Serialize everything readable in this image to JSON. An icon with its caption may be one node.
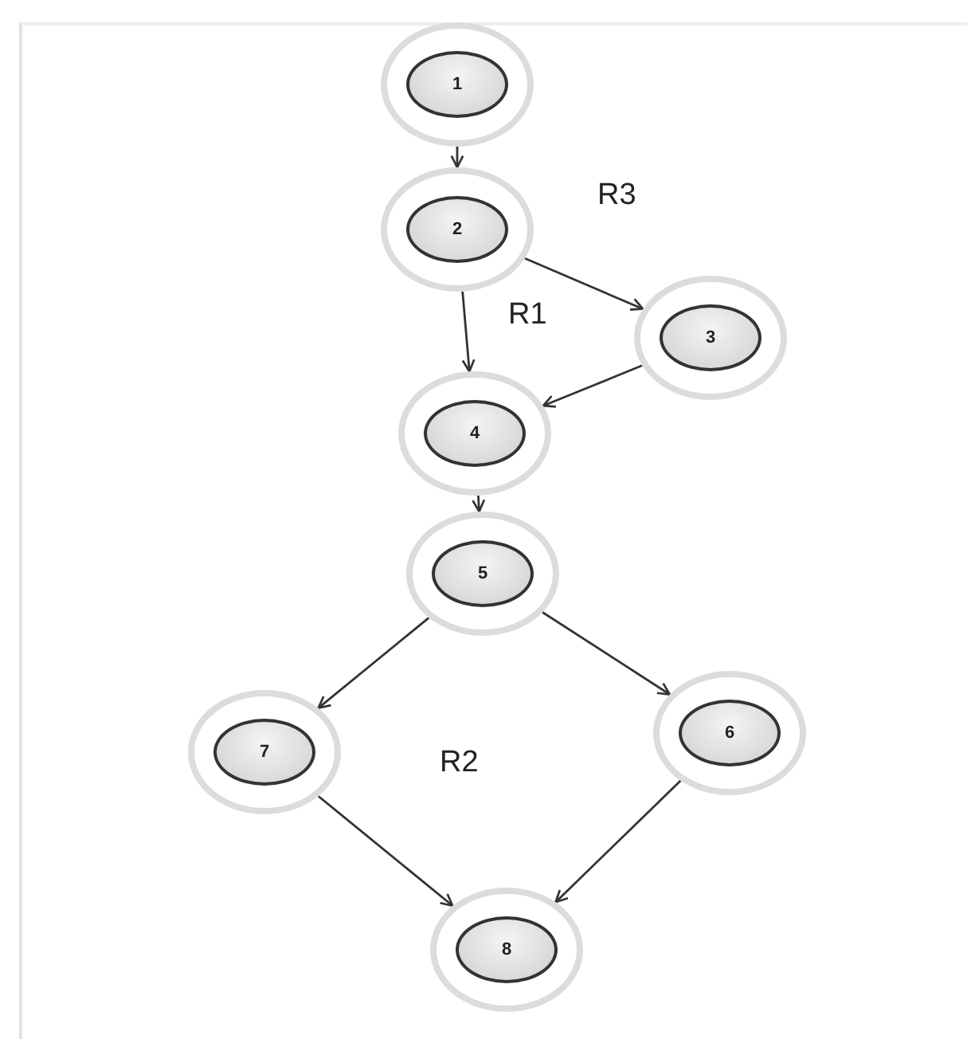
{
  "diagram": {
    "nodes": [
      {
        "text": [
          "1"
        ]
      },
      {
        "text": [
          "2"
        ]
      },
      {
        "text": [
          "3"
        ]
      },
      {
        "text": [
          "4"
        ]
      },
      {
        "text": [
          "5"
        ]
      },
      {
        "text": [
          "7"
        ]
      },
      {
        "text": [
          "6"
        ]
      },
      {
        "text": [
          "8"
        ]
      }
    ],
    "edges": [
      {
        "from": 0,
        "to": 1,
        "arrow": "to"
      },
      {
        "from": 1,
        "to": 3,
        "arrow": "to"
      },
      {
        "from": 1,
        "to": 2,
        "arrow": "to"
      },
      {
        "from": 2,
        "to": 3,
        "arrow": "to"
      },
      {
        "from": 3,
        "to": 4,
        "arrow": "to"
      },
      {
        "from": 4,
        "to": 5,
        "arrow": "to"
      },
      {
        "from": 4,
        "to": 6,
        "arrow": "to"
      },
      {
        "from": 5,
        "to": 7,
        "arrow": "to"
      },
      {
        "from": 6,
        "to": 7,
        "arrow": "to"
      }
    ],
    "labels": [
      "R3",
      "R1",
      "R2"
    ]
  }
}
